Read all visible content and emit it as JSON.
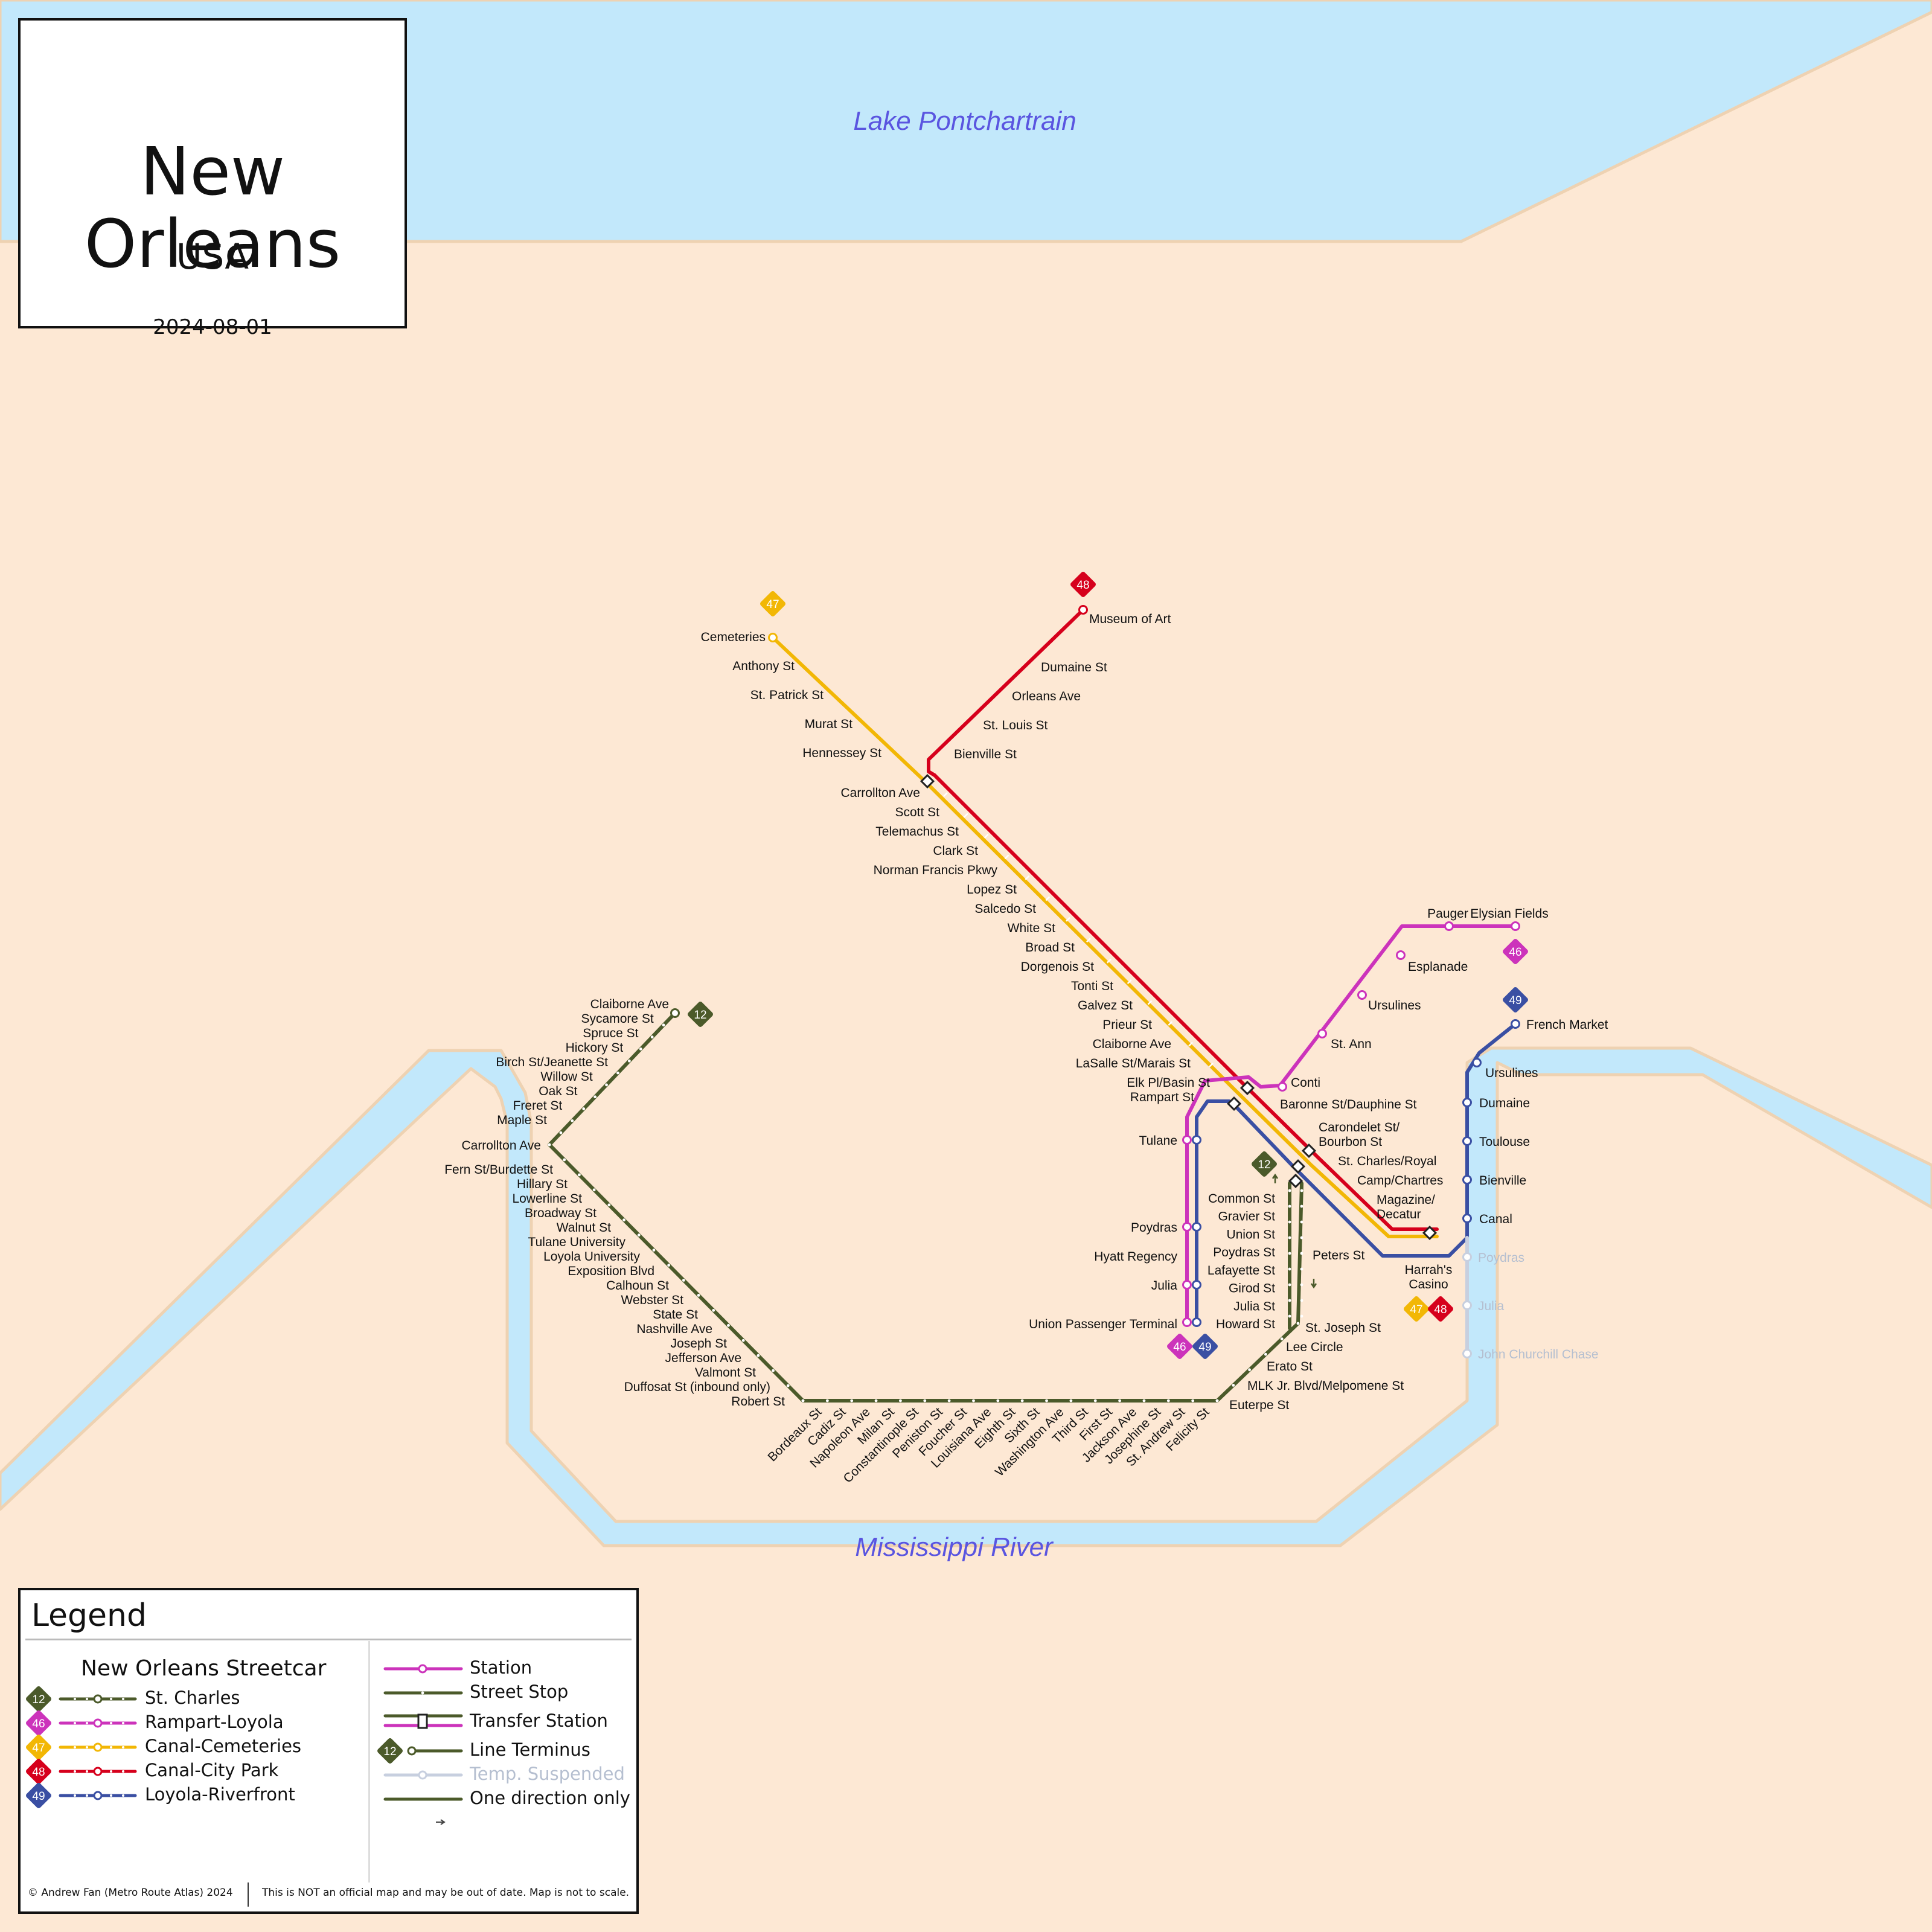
{
  "title": {
    "city": "New Orleans",
    "country": "USA",
    "date": "2024-08-01"
  },
  "water_labels": {
    "lake": "Lake Pontchartrain",
    "river": "Mississippi River"
  },
  "colors": {
    "land": "#fde8d4",
    "water": "#c2e8fb",
    "water_label": "#5a55e0",
    "st_charles": "#4b5a2a",
    "rampart_loyola": "#cc33bb",
    "canal_cemeteries": "#f2b705",
    "canal_city_park": "#d6001c",
    "loyola_riverfront": "#3a4fa3",
    "suspended": "#c7cfdf"
  },
  "routes": [
    {
      "id": "12",
      "name": "St. Charles",
      "color": "#4b5a2a"
    },
    {
      "id": "46",
      "name": "Rampart-Loyola",
      "color": "#cc33bb"
    },
    {
      "id": "47",
      "name": "Canal-Cemeteries",
      "color": "#f2b705"
    },
    {
      "id": "48",
      "name": "Canal-City Park",
      "color": "#d6001c"
    },
    {
      "id": "49",
      "name": "Loyola-Riverfront",
      "color": "#3a4fa3"
    }
  ],
  "stations": {
    "canal_cemeteries": [
      "Cemeteries",
      "Anthony St",
      "St. Patrick St",
      "Murat St",
      "Hennessey St"
    ],
    "canal_city_park": [
      "Museum of Art",
      "Dumaine St",
      "Orleans Ave",
      "St. Louis St",
      "Bienville St"
    ],
    "canal_trunk": [
      "Carrollton Ave",
      "Scott St",
      "Telemachus St",
      "Clark St",
      "Norman Francis Pkwy",
      "Lopez St",
      "Salcedo St",
      "White St",
      "Broad St",
      "Dorgenois St",
      "Tonti St",
      "Galvez St",
      "Prieur St",
      "Claiborne Ave",
      "LaSalle St/Marais St",
      "Elk Pl/Basin St",
      "Rampart St",
      "Baronne St/Dauphine St",
      "Carondelet St/ Bourbon St",
      "St. Charles/Royal",
      "Camp/Chartres",
      "Magazine/ Decatur",
      "Harrah's Casino"
    ],
    "rampart": [
      "Conti",
      "St. Ann",
      "Ursulines",
      "Esplanade",
      "Pauger",
      "Elysian Fields"
    ],
    "loyola": [
      "Tulane",
      "Poydras",
      "Hyatt Regency",
      "Julia",
      "Union Passenger Terminal"
    ],
    "riverfront": [
      "French Market",
      "Ursulines",
      "Dumaine",
      "Toulouse",
      "Bienville",
      "Canal"
    ],
    "riverfront_suspended": [
      "Poydras",
      "Julia",
      "John Churchill Chase"
    ],
    "st_charles_upper": [
      "Claiborne Ave",
      "Sycamore St",
      "Spruce St",
      "Hickory St",
      "Birch St/Jeanette St",
      "Willow St",
      "Oak St",
      "Freret St",
      "Maple St",
      "Carrollton Ave"
    ],
    "st_charles_mid": [
      "Fern St/Burdette St",
      "Hillary St",
      "Lowerline St",
      "Broadway St",
      "Walnut St",
      "Tulane University",
      "Loyola University",
      "Exposition Blvd",
      "Calhoun St",
      "Webster St",
      "State St",
      "Nashville Ave",
      "Joseph St",
      "Jefferson Ave",
      "Valmont St",
      "Duffosat St (inbound only)",
      "Robert St"
    ],
    "st_charles_bottom": [
      "Bordeaux St",
      "Cadiz St",
      "Napoleon Ave",
      "Milan St",
      "Constantinople St",
      "Peniston St",
      "Foucher St",
      "Louisiana Ave",
      "Eighth St",
      "Sixth St",
      "Washington Ave",
      "Third St",
      "First St",
      "Jackson Ave",
      "Josephine St",
      "St. Andrew St",
      "Felicity St"
    ],
    "st_charles_diag": [
      "Euterpe St",
      "MLK Jr. Blvd/Melpomene St",
      "Erato St",
      "Lee Circle",
      "St. Joseph St"
    ],
    "st_charles_cbd_west": [
      "Common St",
      "Gravier St",
      "Union St",
      "Poydras St",
      "Lafayette St",
      "Girod St",
      "Julia St",
      "Howard St"
    ],
    "st_charles_cbd_east": [
      "Peters St"
    ]
  },
  "legend": {
    "heading": "Legend",
    "system": "New Orleans Streetcar",
    "keys": {
      "station": "Station",
      "street_stop": "Street Stop",
      "transfer": "Transfer Station",
      "terminus": "Line Terminus",
      "suspended": "Temp. Suspended",
      "one_direction": "One direction only"
    },
    "footer_left": "© Andrew Fan (Metro Route Atlas) 2024",
    "footer_right": "This is NOT an official map and may be out of date. Map is not to scale."
  }
}
